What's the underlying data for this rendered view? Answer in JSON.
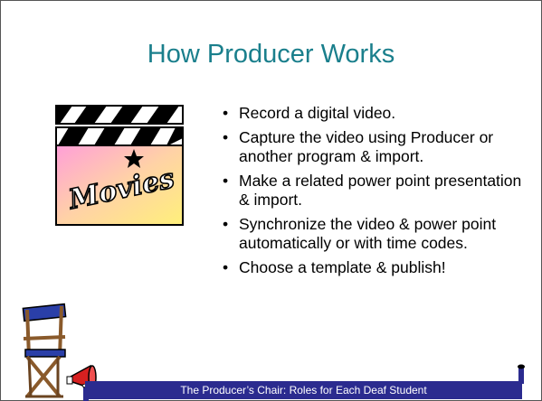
{
  "slide": {
    "title": "How Producer Works",
    "bullet_glyph": "•",
    "bullets": [
      "Record a digital video.",
      "Capture the video using Producer or another program & import.",
      "Make a related power point presentation & import.",
      "Synchronize the video & power point automatically or with time codes.",
      "Choose a template & publish!"
    ],
    "clapper_text": "Movies",
    "footer": "The Producer’s Chair: Roles for Each Deaf Student"
  },
  "colors": {
    "title": "#1a7f8c",
    "footer_bg": "#2b2b8f",
    "footer_text": "#ffffff"
  },
  "icons": [
    "movie-clapperboard-icon",
    "directors-chair-icon",
    "megaphone-icon"
  ]
}
